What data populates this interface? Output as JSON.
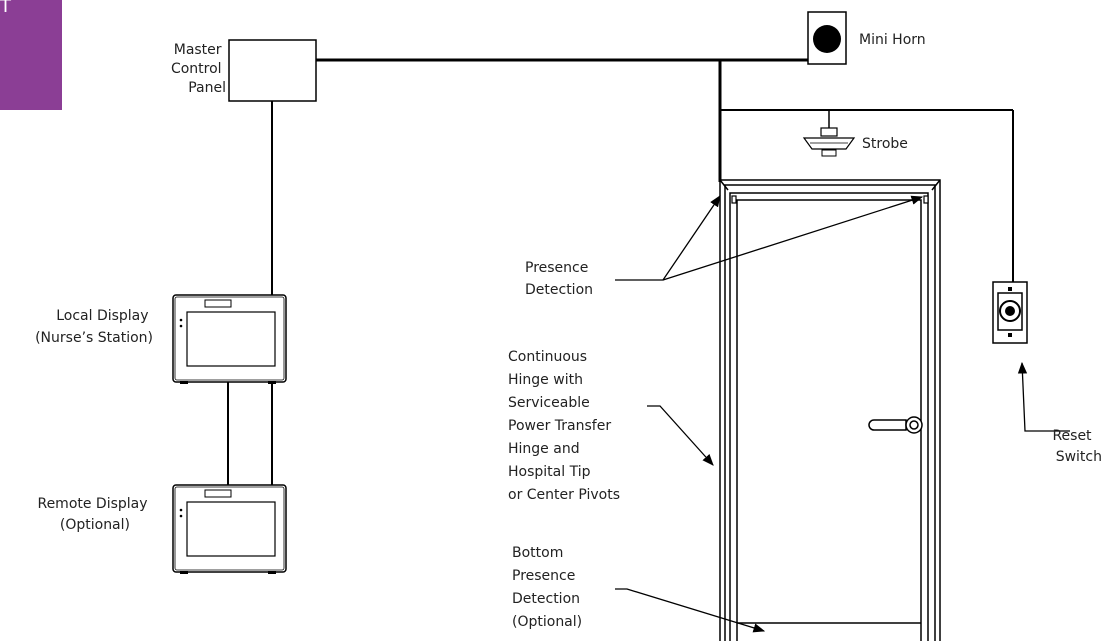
{
  "tab": {
    "text": "T",
    "color": "#8b3e95"
  },
  "labels": {
    "master_control_panel": [
      "Master",
      "Control",
      "Panel"
    ],
    "mini_horn": "Mini Horn",
    "strobe": "Strobe",
    "presence_detection": [
      "Presence",
      "Detection"
    ],
    "local_display": [
      "Local Display",
      "(Nurse’s Station)"
    ],
    "remote_display": [
      "Remote Display",
      "(Optional)"
    ],
    "continuous_hinge": [
      "Continuous",
      "Hinge with",
      "Serviceable",
      "Power Transfer",
      "Hinge and",
      "Hospital Tip",
      "or Center Pivots"
    ],
    "bottom_presence_detection": [
      "Bottom",
      "Presence",
      "Detection",
      "(Optional)"
    ],
    "reset_switch": [
      "Reset",
      "Switch"
    ]
  }
}
